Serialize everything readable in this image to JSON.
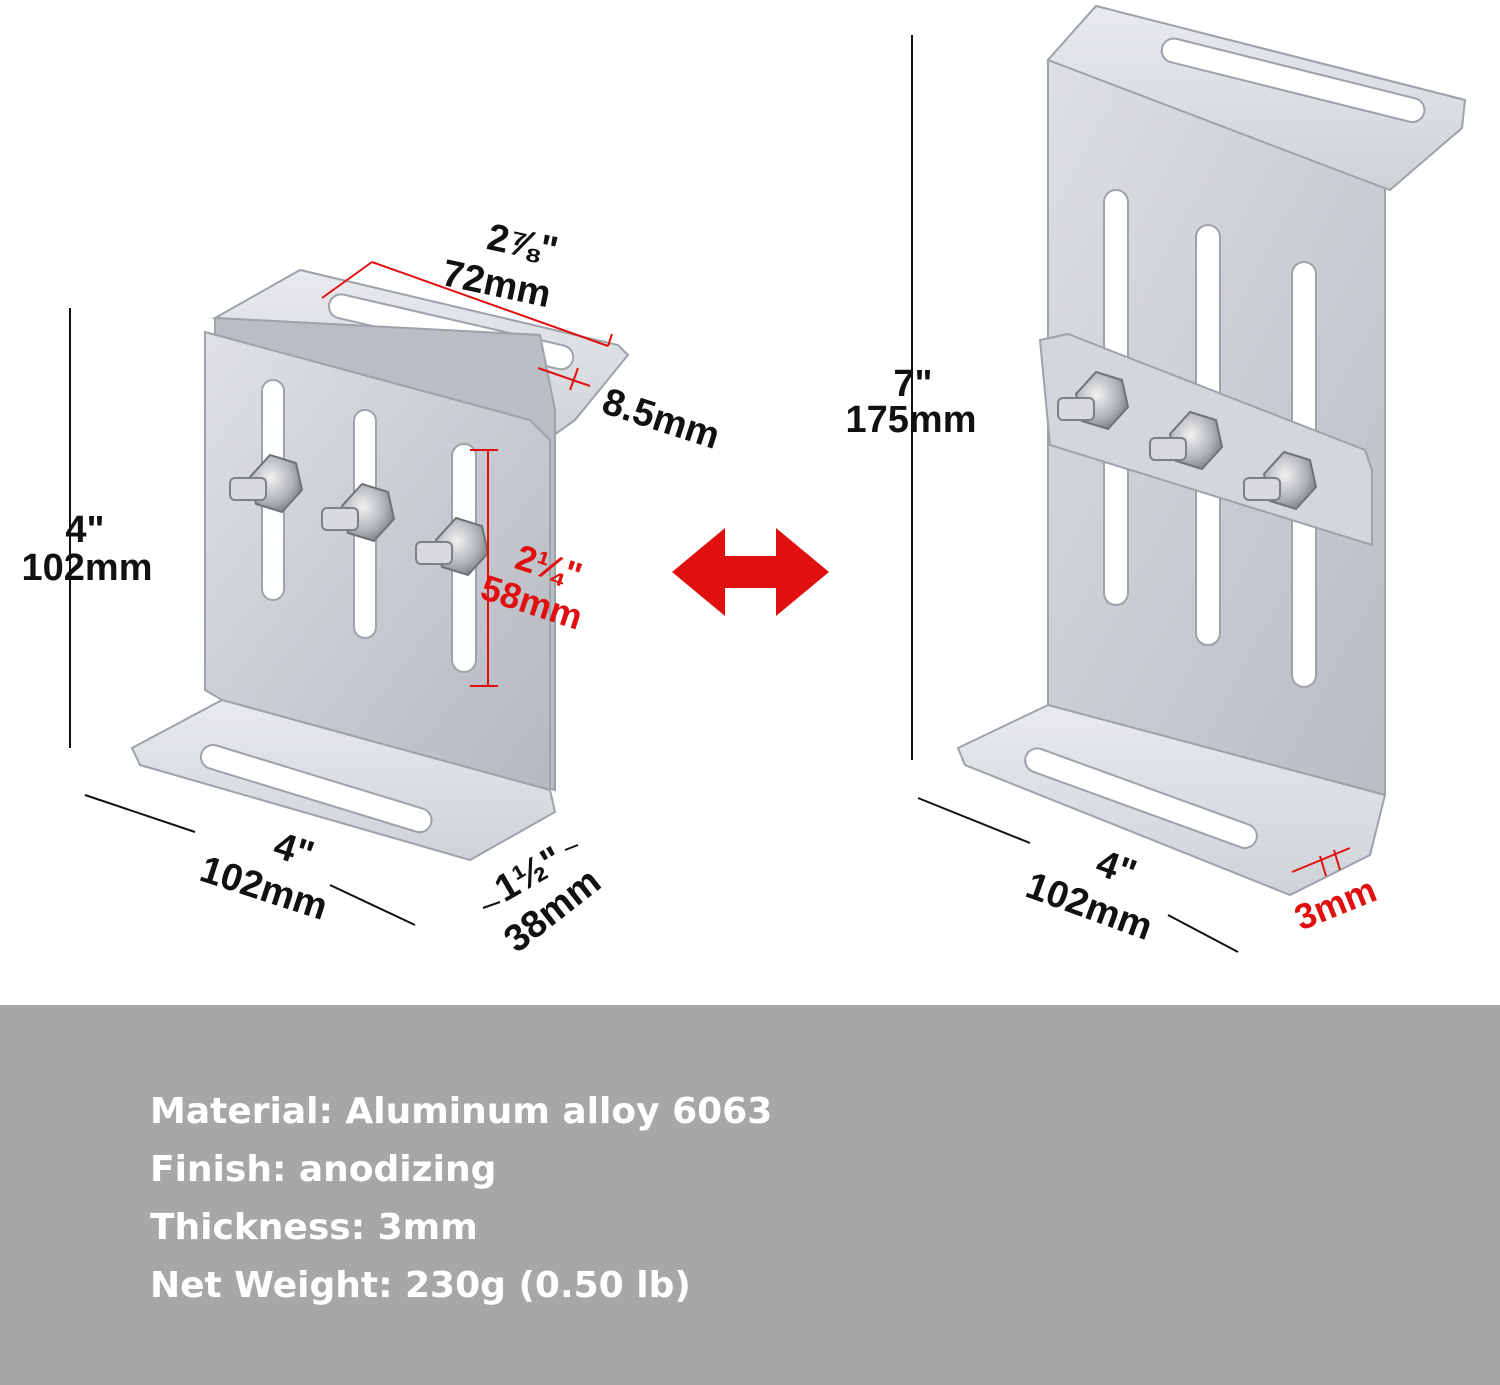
{
  "diagram": {
    "left_bracket": {
      "height_label": "4\"",
      "height_mm": "102mm",
      "width_label": "4\"",
      "width_mm": "102mm",
      "slot_length_label": "2⅞\"",
      "slot_length_mm": "72mm",
      "slot_width_mm": "8.5mm",
      "adjust_label": "2¼\"",
      "adjust_mm": "58mm",
      "depth_label": "1½\"",
      "depth_mm": "38mm"
    },
    "right_bracket": {
      "height_label": "7\"",
      "height_mm": "175mm",
      "width_label": "4\"",
      "width_mm": "102mm",
      "thickness_mm": "3mm"
    },
    "colors": {
      "accent": "#e01010",
      "metal": "#c9ccd2",
      "metal_dark": "#a9adb5",
      "band": "#a7a7a7"
    },
    "icons": [
      "double-arrow-icon",
      "hex-bolt-icon"
    ]
  },
  "specs": [
    "Material: Aluminum alloy 6063",
    "Finish: anodizing",
    "Thickness: 3mm",
    "Net Weight: 230g (0.50 lb)"
  ]
}
